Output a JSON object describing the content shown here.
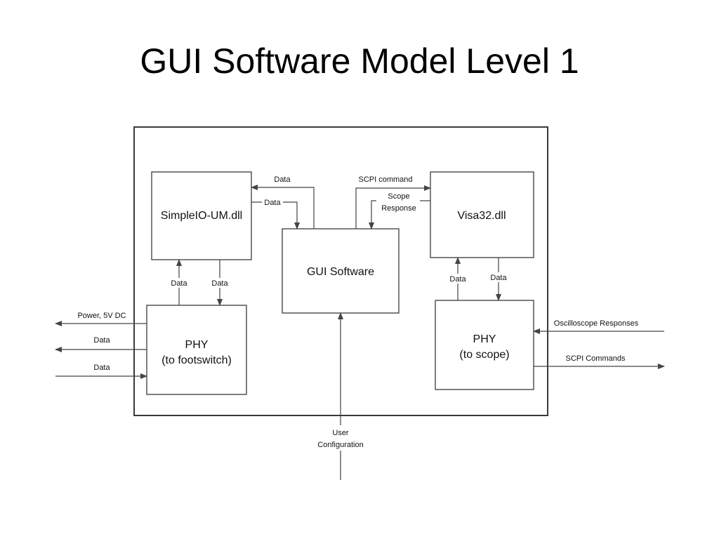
{
  "slide": {
    "title": "GUI Software Model Level 1"
  },
  "blocks": {
    "simpleio": "SimpleIO-UM.dll",
    "gui": "GUI Software",
    "visa": "Visa32.dll",
    "phy_foot_line1": "PHY",
    "phy_foot_line2": "(to footswitch)",
    "phy_scope_line1": "PHY",
    "phy_scope_line2": "(to scope)"
  },
  "labels": {
    "data": "Data",
    "scpi_command": "SCPI command",
    "scope_response_line1": "Scope",
    "scope_response_line2": "Response",
    "power": "Power, 5V DC",
    "osc_responses": "Oscilloscope Responses",
    "scpi_commands": "SCPI Commands",
    "user_line1": "User",
    "user_line2": "Configuration"
  }
}
